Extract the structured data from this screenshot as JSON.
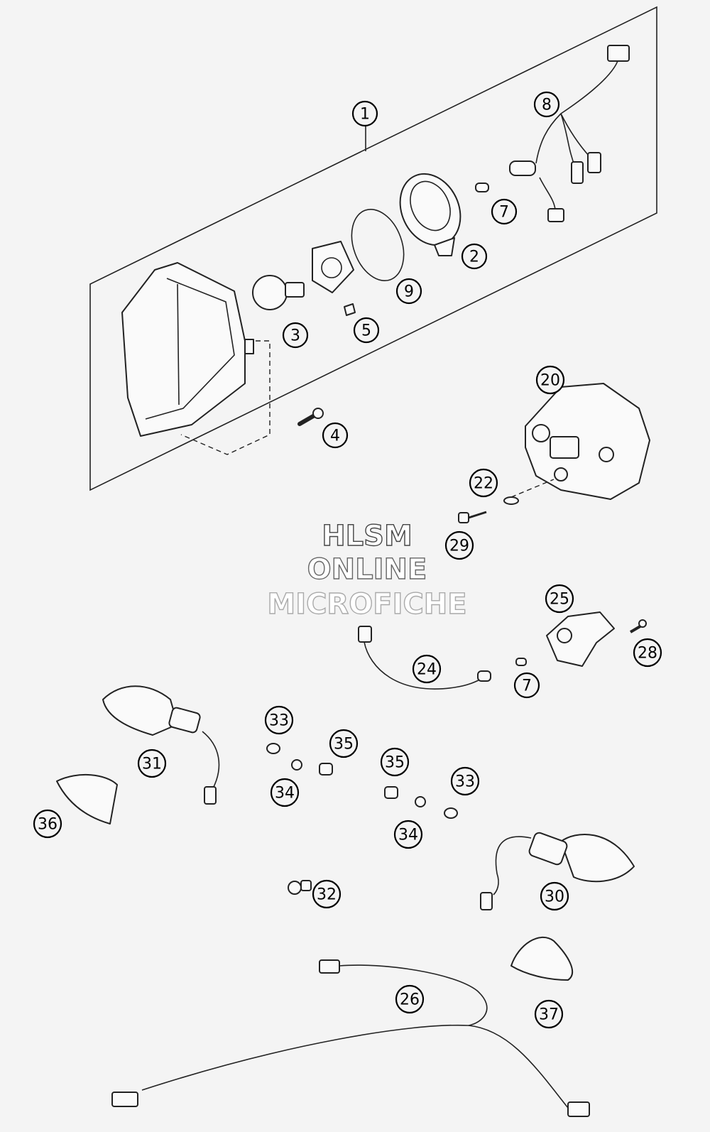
{
  "watermark": {
    "line1": "HLSM",
    "line2": "ONLINE",
    "line3": "MICROFICHE"
  },
  "callouts": [
    {
      "id": "1"
    },
    {
      "id": "2"
    },
    {
      "id": "3"
    },
    {
      "id": "4"
    },
    {
      "id": "5"
    },
    {
      "id": "7"
    },
    {
      "id": "7"
    },
    {
      "id": "8"
    },
    {
      "id": "9"
    },
    {
      "id": "20"
    },
    {
      "id": "22"
    },
    {
      "id": "24"
    },
    {
      "id": "25"
    },
    {
      "id": "26"
    },
    {
      "id": "28"
    },
    {
      "id": "29"
    },
    {
      "id": "30"
    },
    {
      "id": "31"
    },
    {
      "id": "32"
    },
    {
      "id": "33"
    },
    {
      "id": "33"
    },
    {
      "id": "34"
    },
    {
      "id": "34"
    },
    {
      "id": "35"
    },
    {
      "id": "35"
    },
    {
      "id": "36"
    },
    {
      "id": "37"
    }
  ]
}
